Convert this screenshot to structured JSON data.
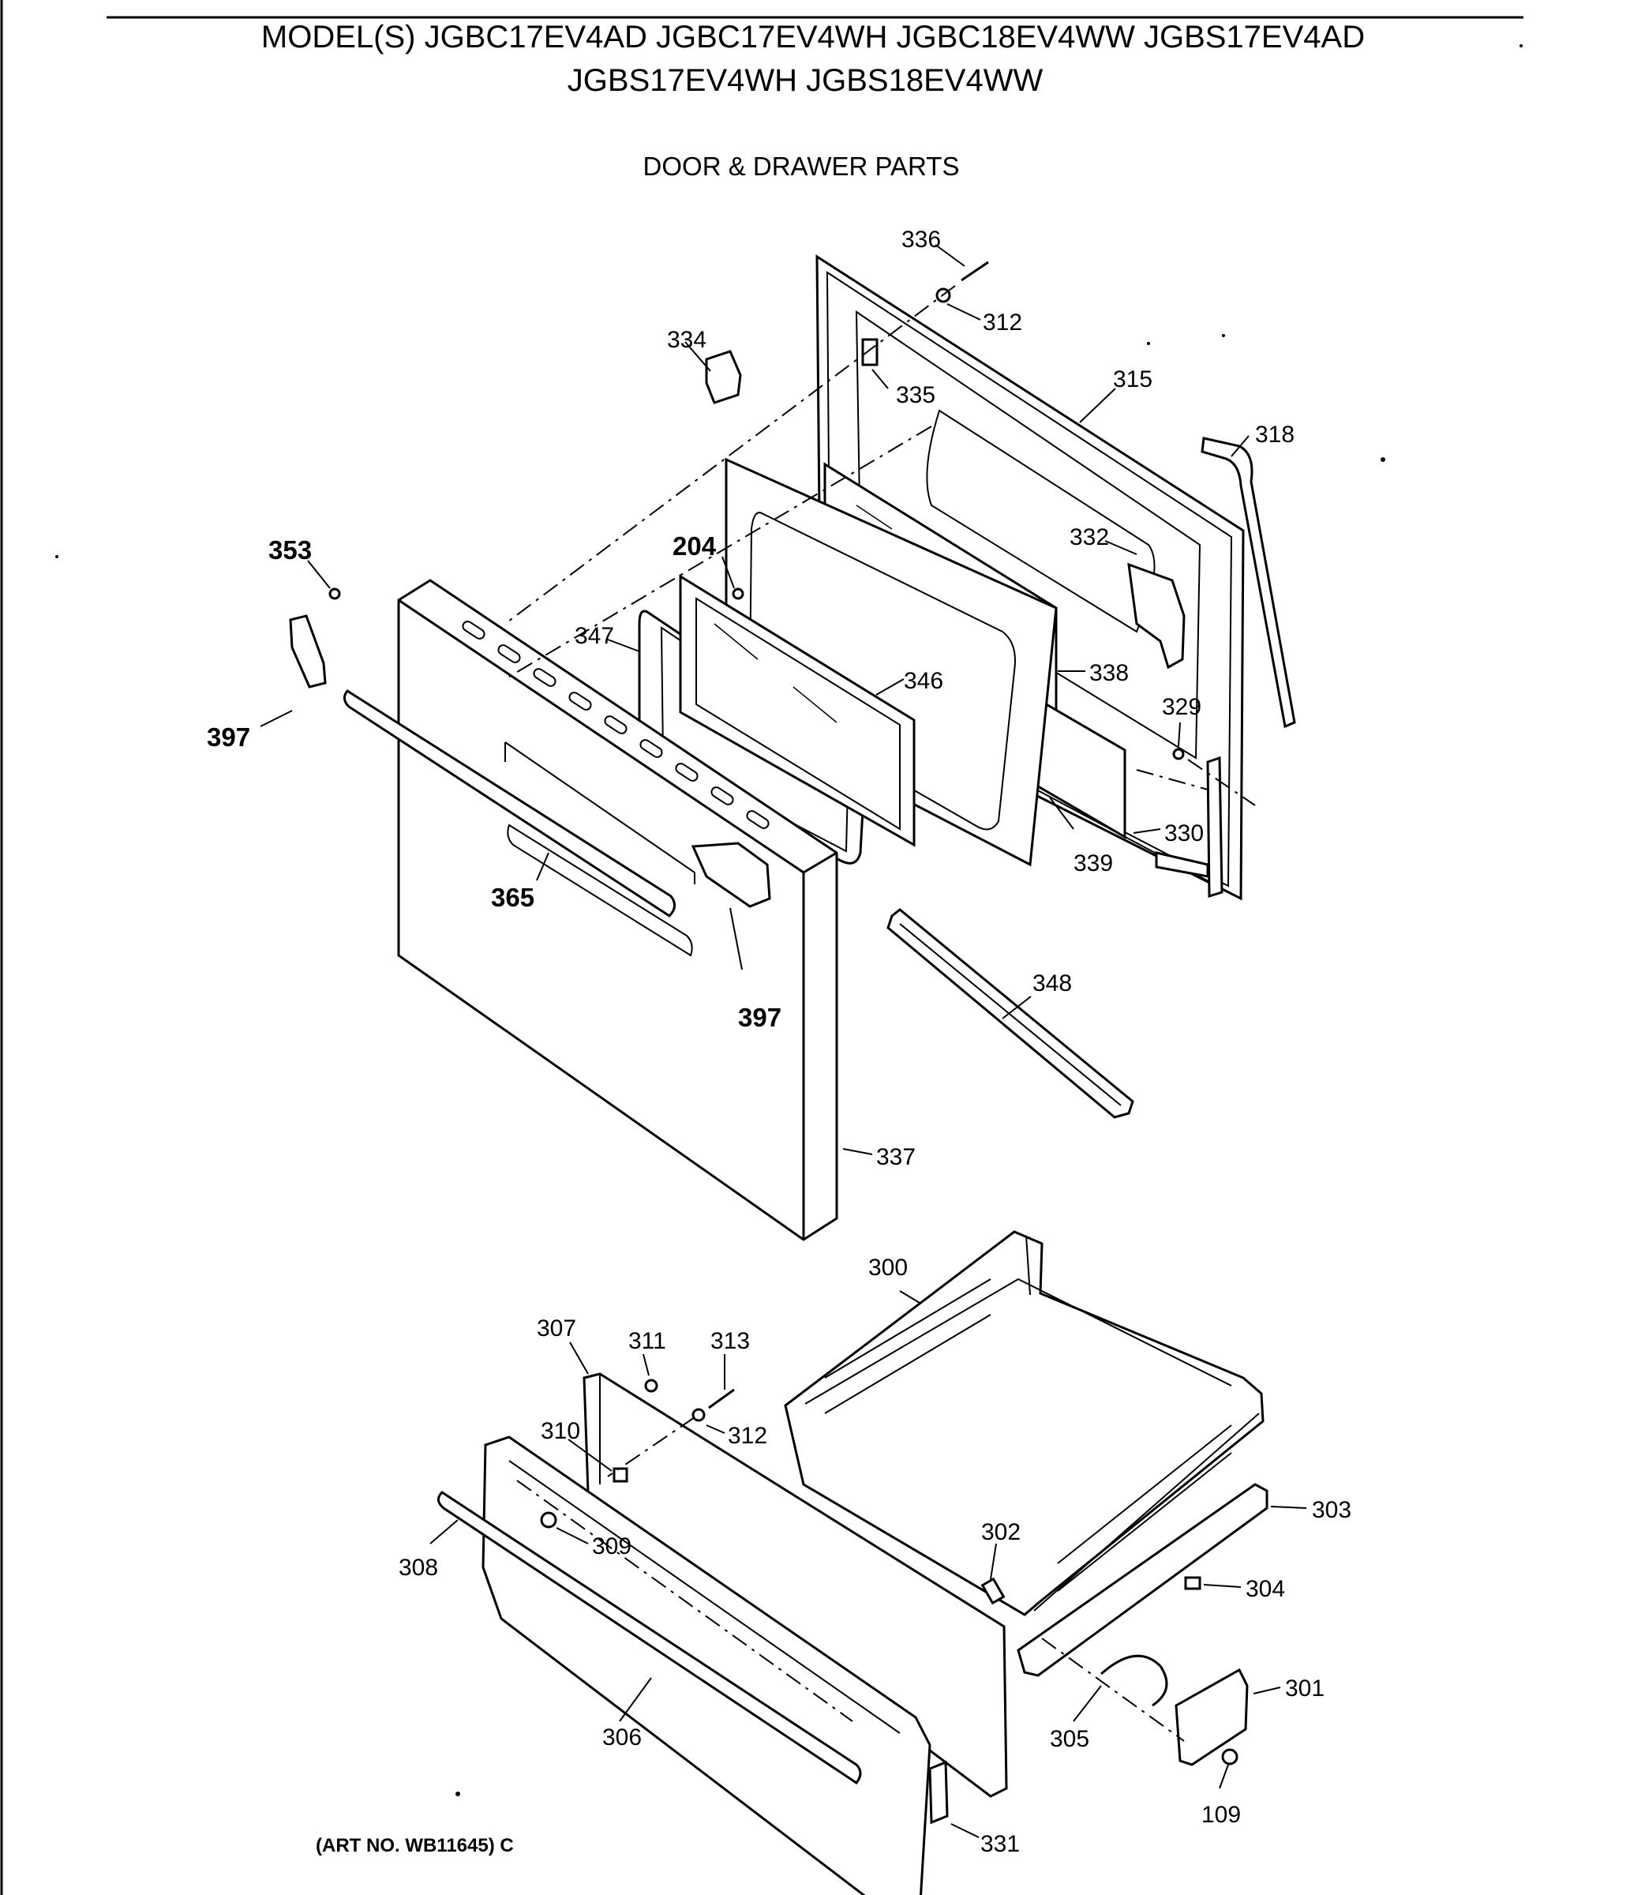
{
  "header": {
    "models_line1": "MODEL(S) JGBC17EV4AD  JGBC17EV4WH  JGBC18EV4WW  JGBS17EV4AD",
    "models_line2": "JGBS17EV4WH  JGBS18EV4WW",
    "section_title": "DOOR & DRAWER PARTS"
  },
  "footer": {
    "art_number": "(ART NO. WB11645) C"
  },
  "callouts": {
    "p336": "336",
    "p312a": "312",
    "p334": "334",
    "p335": "335",
    "p315": "315",
    "p318": "318",
    "p353": "353",
    "p204": "204",
    "p332": "332",
    "p347": "347",
    "p346": "346",
    "p338": "338",
    "p329": "329",
    "p397a": "397",
    "p330": "330",
    "p339": "339",
    "p365": "365",
    "p397b": "397",
    "p348": "348",
    "p337": "337",
    "p300": "300",
    "p307": "307",
    "p311": "311",
    "p313": "313",
    "p312b": "312",
    "p310": "310",
    "p309": "309",
    "p308": "308",
    "p303": "303",
    "p302": "302",
    "p304": "304",
    "p301": "301",
    "p305": "305",
    "p306": "306",
    "p109": "109",
    "p331": "331"
  }
}
